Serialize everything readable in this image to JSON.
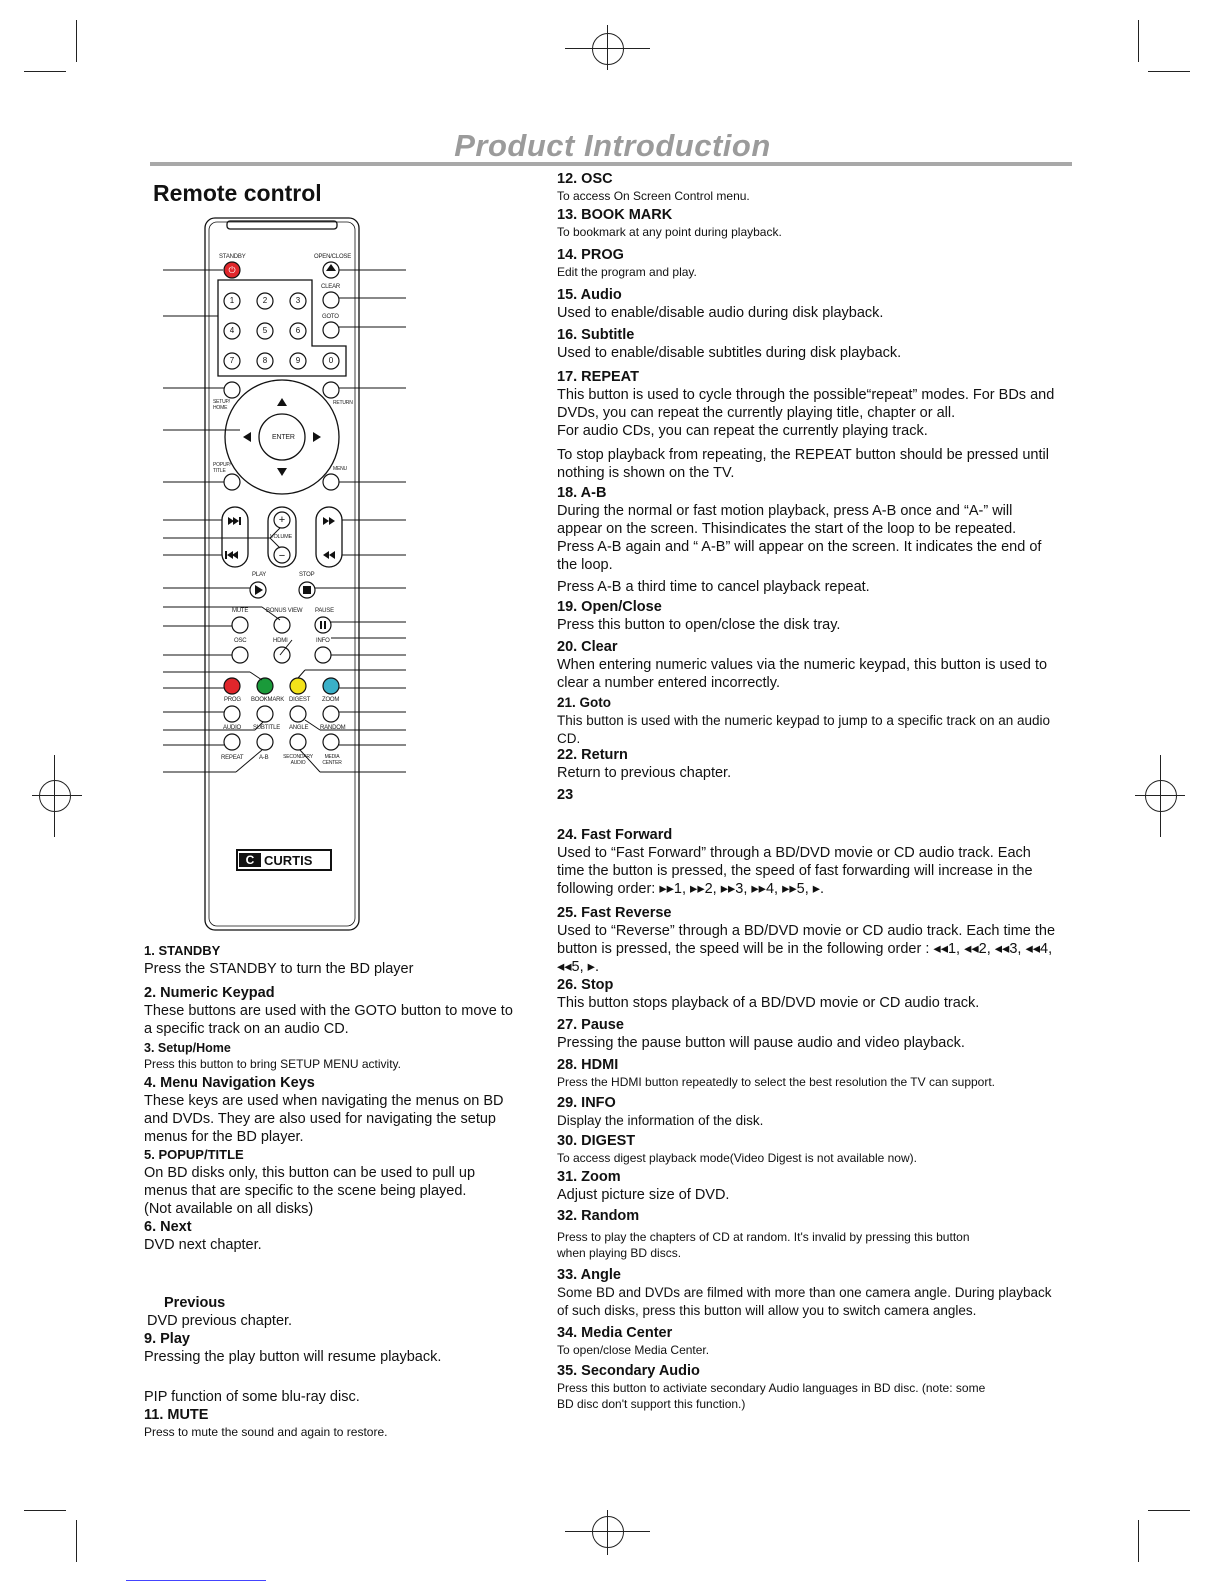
{
  "header": {
    "title": "Product Introduction"
  },
  "section_title": "Remote control",
  "brand": "CURTIS",
  "remote_labels": {
    "standby": "STANDBY",
    "open_close": "OPEN/CLOSE",
    "clear": "CLEAR",
    "goto": "GOTO",
    "setup_home": "SETUP/ HOME",
    "return": "RETURN",
    "enter": "ENTER",
    "popup_title": "POPUP/ TITLE",
    "menu": "MENU",
    "volume": "VOLUME",
    "play": "PLAY",
    "stop": "STOP",
    "mute": "MUTE",
    "bonus_view": "BONUS VIEW",
    "pause": "PAUSE",
    "osc": "OSC",
    "hdmi": "HDMI",
    "info": "INFO",
    "prog": "PROG",
    "bookmark": "BOOKMARK",
    "digest": "DIGEST",
    "zoom": "ZOOM",
    "audio": "AUDIO",
    "subtitle": "SUBTITLE",
    "angle": "ANGLE",
    "random": "RANDOM",
    "repeat": "REPEAT",
    "ab": "A-B",
    "secondary_audio": "SECONDARY AUDIO",
    "media_center": "MEDIA CENTER",
    "digits": [
      "1",
      "2",
      "3",
      "4",
      "5",
      "6",
      "7",
      "8",
      "9",
      "0"
    ]
  },
  "left_entries": [
    {
      "head": "1. STANDBY",
      "desc": "Press the STANDBY to turn the BD player"
    },
    {
      "head": "2. Numeric Keypad",
      "desc": "These buttons are used with the GOTO button to move to a specific track on an audio CD."
    },
    {
      "head": "3. Setup/Home",
      "desc": "Press this button to bring SETUP MENU activity."
    },
    {
      "head": "4. Menu Navigation Keys",
      "desc": "These keys are used when navigating the menus on BD and DVDs. They are also used for navigating the setup menus for the BD player."
    },
    {
      "head": "5. POPUP/TITLE",
      "desc": "On BD disks only, this button can be used to pull up menus that are specific to the scene being played. (Not available on all disks)"
    },
    {
      "head": "6. Next",
      "desc": "DVD next chapter."
    },
    {
      "head": "Previous",
      "desc": "DVD previous chapter."
    },
    {
      "head": "9. Play",
      "desc": "Pressing the play button will resume playback."
    },
    {
      "head": "",
      "desc": "PIP function of some blu-ray disc."
    },
    {
      "head": "11. MUTE",
      "desc": "Press to mute the sound and again to restore."
    }
  ],
  "right_entries": [
    {
      "head": "12. OSC",
      "desc": "To access On Screen Control menu."
    },
    {
      "head": "13. BOOK MARK",
      "desc": "To bookmark at any point during playback."
    },
    {
      "head": "14. PROG",
      "desc": "Edit the program and play."
    },
    {
      "head": "15. Audio",
      "desc": "Used to enable/disable audio during disk playback."
    },
    {
      "head": "16. Subtitle",
      "desc": "Used to enable/disable subtitles during disk playback."
    },
    {
      "head": "17. REPEAT",
      "desc": "This button is used to cycle through the possible“repeat” modes. For BDs and DVDs, you can repeat the currently playing title, chapter or all.",
      "desc2": "For audio CDs, you can repeat the currently playing track.",
      "desc3": "To stop playback from repeating, the REPEAT button should be pressed until nothing is shown on the TV."
    },
    {
      "head": "18. A-B",
      "desc": "During the normal or fast motion playback, press A-B once and “A-” will appear on the screen. Thisindicates the start of the loop to be repeated.",
      "desc2": "Press A-B again and “ A-B” will appear on the screen. It indicates the end of the loop.",
      "desc3": "Press A-B a third time to cancel playback repeat."
    },
    {
      "head": "19. Open/Close",
      "desc": "Press this button to open/close the disk tray."
    },
    {
      "head": "20. Clear",
      "desc": "When entering numeric values via the numeric keypad, this button is used to clear a number entered incorrectly."
    },
    {
      "head": "21. Goto",
      "desc": "This button is used with the numeric keypad to jump to a specific track on an audio CD."
    },
    {
      "head": "22. Return",
      "desc": "Return to previous chapter."
    },
    {
      "head": "23",
      "desc": ""
    },
    {
      "head": "24. Fast Forward",
      "desc": "Used to “Fast Forward” through a BD/DVD movie or CD audio track. Each time the button is pressed, the speed of fast forwarding will increase in the following order: ▸▸1, ▸▸2, ▸▸3, ▸▸4, ▸▸5, ▸."
    },
    {
      "head": "25. Fast Reverse",
      "desc": "Used to “Reverse” through a BD/DVD movie or CD audio track. Each time the button is pressed, the speed will be in the following order : ◂◂1, ◂◂2, ◂◂3, ◂◂4, ◂◂5, ▸."
    },
    {
      "head": "26. Stop",
      "desc": "This button stops playback of a BD/DVD movie or CD audio track."
    },
    {
      "head": "27. Pause",
      "desc": "Pressing the pause button will pause audio and video playback."
    },
    {
      "head": "28. HDMI",
      "desc": "Press the HDMI button repeatedly to select the best resolution the TV can support."
    },
    {
      "head": "29. INFO",
      "desc": "Display the information of the disk."
    },
    {
      "head": "30. DIGEST",
      "desc": "To access digest playback mode(Video Digest is not available now)."
    },
    {
      "head": "31. Zoom",
      "desc": "Adjust picture size of DVD."
    },
    {
      "head": "32. Random",
      "desc": "Press to play the chapters of CD at random. It's invalid by pressing this button when playing BD discs."
    },
    {
      "head": "33. Angle",
      "desc": "Some BD and DVDs are filmed with more than one camera angle. During playback of such disks, press this button will allow you to switch camera angles."
    },
    {
      "head": "34. Media Center",
      "desc": "To open/close Media Center."
    },
    {
      "head": "35. Secondary Audio",
      "desc": "Press this button to activiate secondary Audio languages in BD disc. (note: some BD disc don't support this function.)"
    }
  ],
  "colors": {
    "title_gray": "#9b9b9b",
    "red": "#e0262b",
    "green": "#1a9a3a",
    "yellow": "#f3e21a",
    "cyan": "#3ab0c8"
  }
}
